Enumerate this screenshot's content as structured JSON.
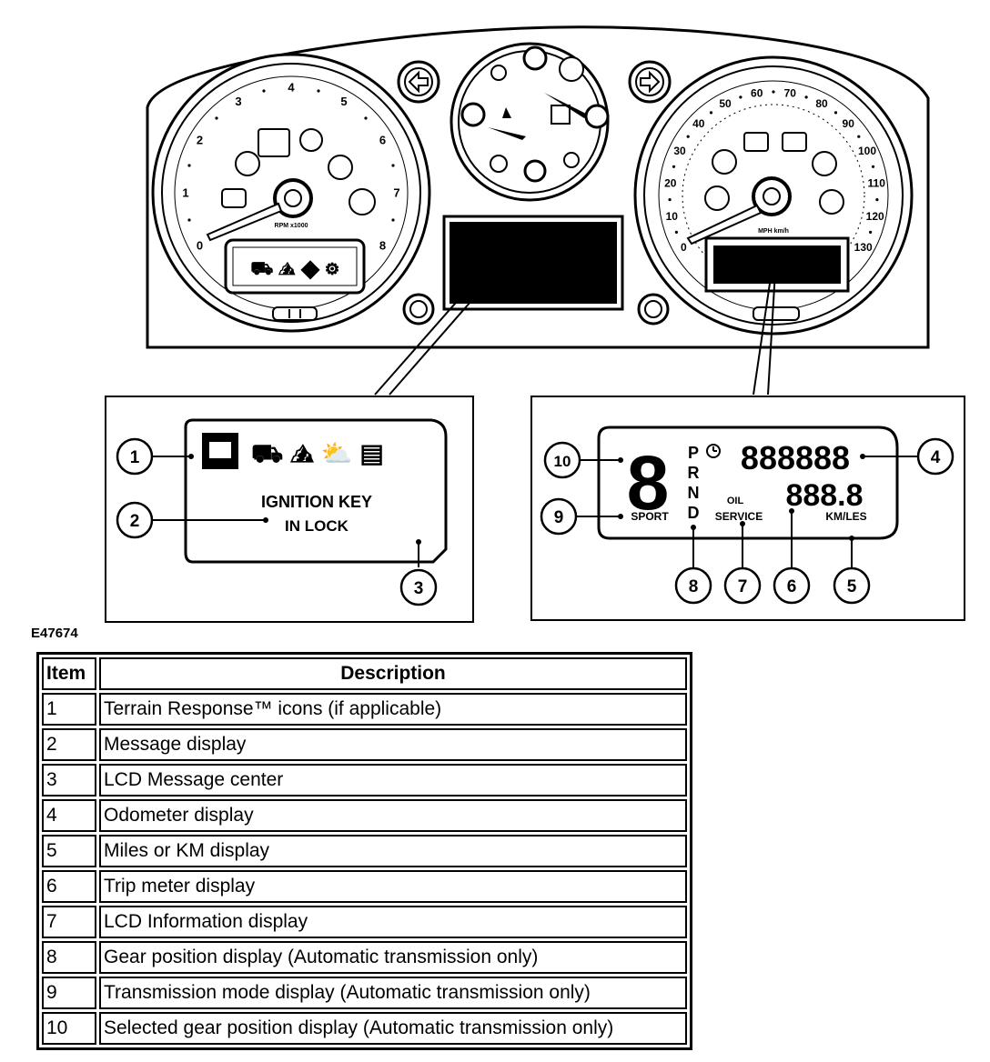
{
  "figure_id": "E47674",
  "message_display": {
    "line1": "IGNITION KEY",
    "line2": "IN LOCK"
  },
  "info_display": {
    "selected_gear_digit": "8",
    "gear_letters": [
      "P",
      "R",
      "N",
      "D"
    ],
    "odometer_digits": "888888",
    "trip_digits": "888.8",
    "mode_text": "SPORT",
    "info_text_1": "OIL",
    "info_text_2": "SERVICE",
    "units_text": "KM/LES"
  },
  "callouts": [
    "1",
    "2",
    "3",
    "4",
    "5",
    "6",
    "7",
    "8",
    "9",
    "10"
  ],
  "gauges": {
    "tach_unit": "RPM x1000",
    "speedo_unit": "MPH km/h",
    "tach_ticks": [
      "0",
      "1",
      "2",
      "3",
      "4",
      "5",
      "6",
      "7",
      "8"
    ],
    "speedo_outer_ticks": [
      "0",
      "10",
      "20",
      "30",
      "40",
      "50",
      "60",
      "70",
      "80",
      "90",
      "100",
      "110",
      "120",
      "130"
    ]
  },
  "table": {
    "headers": [
      "Item",
      "Description"
    ],
    "rows": [
      [
        "1",
        "Terrain Response™ icons (if applicable)"
      ],
      [
        "2",
        "Message display"
      ],
      [
        "3",
        "LCD Message center"
      ],
      [
        "4",
        "Odometer display"
      ],
      [
        "5",
        "Miles or KM display"
      ],
      [
        "6",
        "Trip meter display"
      ],
      [
        "7",
        "LCD Information display"
      ],
      [
        "8",
        "Gear position display (Automatic transmission only)"
      ],
      [
        "9",
        "Transmission mode display (Automatic transmission only)"
      ],
      [
        "10",
        "Selected gear position display (Automatic transmission only)"
      ]
    ]
  }
}
